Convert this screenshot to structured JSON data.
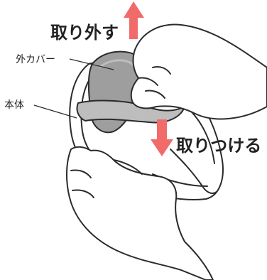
{
  "labels": {
    "remove": "取り外す",
    "outer_cover": "外カバー",
    "body": "本体",
    "attach": "取りつける"
  },
  "colors": {
    "arrow": "#f26b6b",
    "outline": "#2b2b2b",
    "cover_fill": "#9e9e9e",
    "skin": "#ffffff"
  },
  "icons": {
    "up_arrow": "up-arrow-icon",
    "down_arrow": "down-arrow-icon"
  }
}
